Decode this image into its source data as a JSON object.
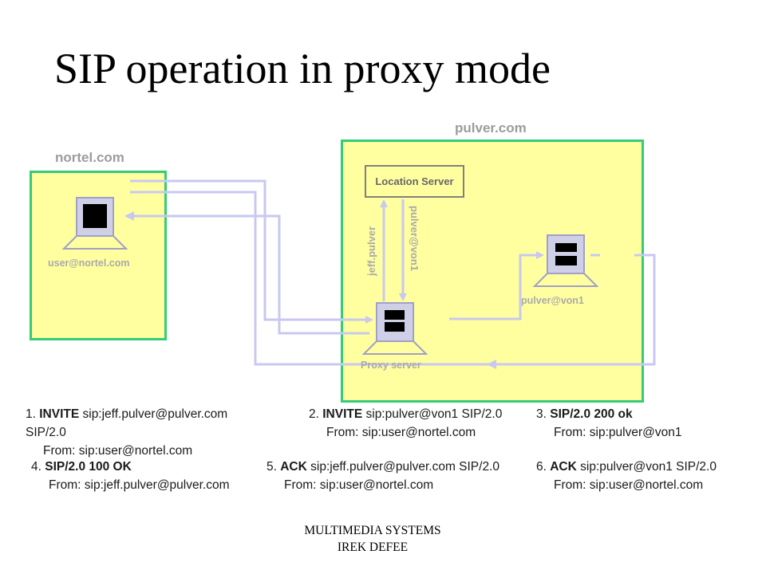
{
  "title": "SIP operation in proxy mode",
  "domains": {
    "nortel": "nortel.com",
    "pulver": "pulver.com"
  },
  "nodes": {
    "user": "user@nortel.com",
    "location_server": "Location Server",
    "proxy": "Proxy server",
    "von1": "pulver@von1"
  },
  "lookup_labels": {
    "query": "jeff.pulver",
    "response": "pulver@von1"
  },
  "messages": {
    "m1": {
      "num": "1. ",
      "method": "INVITE",
      "line1_rest": " sip:jeff.pulver@pulver.com",
      "line2": "SIP/2.0",
      "line3": "From: sip:user@nortel.com"
    },
    "m2": {
      "num": "2. ",
      "method": "INVITE",
      "line1_rest": " sip:pulver@von1 SIP/2.0",
      "line2": "From: sip:user@nortel.com"
    },
    "m3": {
      "num": "3. ",
      "method": "SIP/2.0 200 ok",
      "line2": "From: sip:pulver@von1"
    },
    "m4": {
      "num": "4. ",
      "method": "SIP/2.0 100 OK",
      "line2": "From: sip:jeff.pulver@pulver.com"
    },
    "m5": {
      "num": "5. ",
      "method": "ACK",
      "line1_rest": " sip:jeff.pulver@pulver.com SIP/2.0",
      "line2": "From: sip:user@nortel.com"
    },
    "m6": {
      "num": "6. ",
      "method": "ACK",
      "line1_rest": " sip:pulver@von1 SIP/2.0",
      "line2": "From: sip:user@nortel.com"
    }
  },
  "footer": {
    "line1": "MULTIMEDIA SYSTEMS",
    "line2": "IREK DEFEE"
  },
  "colors": {
    "domain_fill": "#ffffa0",
    "domain_border": "#33cc77",
    "arrow": "#c8c8f0"
  }
}
